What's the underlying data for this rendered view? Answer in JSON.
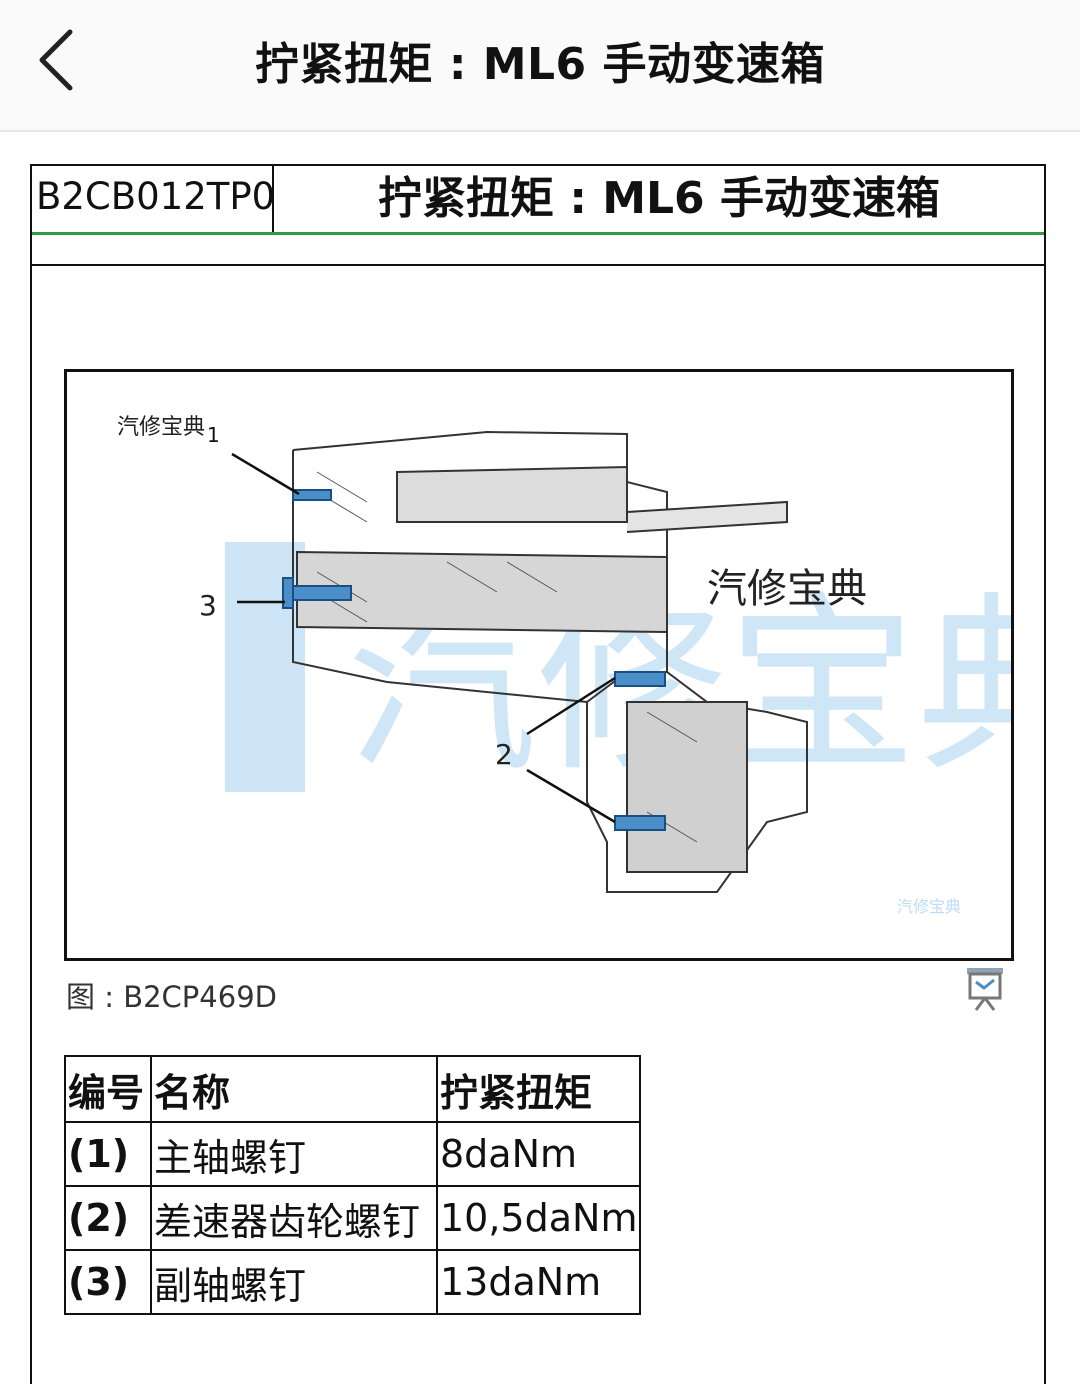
{
  "appbar": {
    "title": "拧紧扭矩 : ML6 手动变速箱",
    "back_icon": "chevron-left-icon"
  },
  "doc": {
    "code": "B2CB012TP0",
    "title": "拧紧扭矩 : ML6 手动变速箱"
  },
  "figure": {
    "watermark": "汽修宝典",
    "labels": {
      "one": "1",
      "two": "2",
      "three": "3"
    },
    "caption": "图 : B2CP469D",
    "icon": "presentation-icon"
  },
  "table": {
    "headers": [
      "编号",
      "名称",
      "拧紧扭矩"
    ],
    "rows": [
      [
        "(1)",
        "主轴螺钉",
        "8daNm"
      ],
      [
        "(2)",
        "差速器齿轮螺钉",
        "10,5daNm"
      ],
      [
        "(3)",
        "副轴螺钉",
        "13daNm"
      ]
    ]
  },
  "colors": {
    "accent_green": "#2e9e3e",
    "bolt_blue": "#4a8fc9",
    "watermark_blue": "#bcdcf3"
  }
}
